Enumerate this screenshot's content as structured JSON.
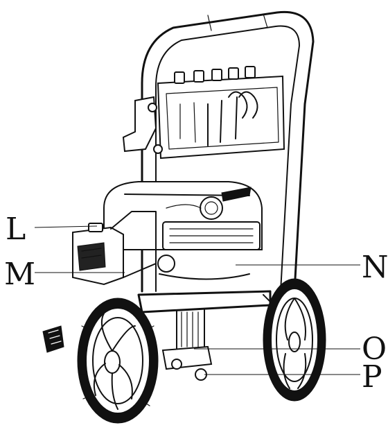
{
  "callouts": [
    {
      "id": "L",
      "label": "L"
    },
    {
      "id": "M",
      "label": "M"
    },
    {
      "id": "N",
      "label": "N"
    },
    {
      "id": "O",
      "label": "O"
    },
    {
      "id": "P",
      "label": "P"
    }
  ]
}
